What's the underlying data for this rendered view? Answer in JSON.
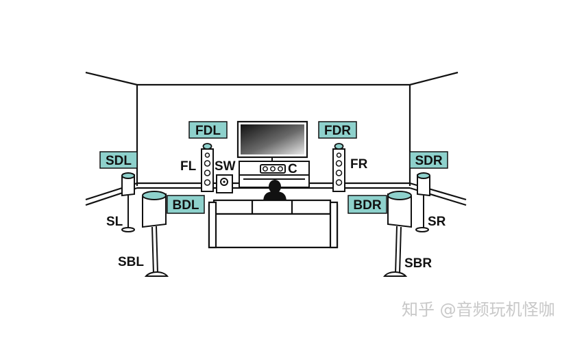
{
  "highlight_color": "#8ed1cc",
  "boxed_labels": {
    "fdl": "FDL",
    "fdr": "FDR",
    "sdl": "SDL",
    "sdr": "SDR",
    "bdl": "BDL",
    "bdr": "BDR"
  },
  "plain_labels": {
    "fl": "FL",
    "sw": "SW",
    "c": "C",
    "fr": "FR",
    "sl": "SL",
    "sr": "SR",
    "sbl": "SBL",
    "sbr": "SBR"
  },
  "watermark": "知乎 @音频玩机怪咖"
}
